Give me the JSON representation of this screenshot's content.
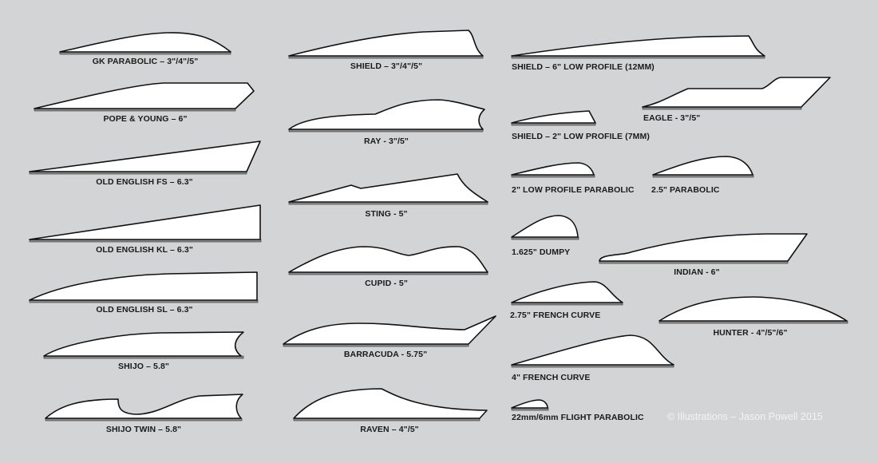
{
  "diagram": {
    "background_color": "#d3d4d5",
    "shape_fill": "#ffffff",
    "outline_color": "#111111",
    "base_color": "#8a8a8a"
  },
  "columns": [
    {
      "items": [
        {
          "id": "gk-parabolic",
          "label": "GK PARABOLIC – 3\"/4\"/5\""
        },
        {
          "id": "pope-young",
          "label": "POPE & YOUNG – 6\""
        },
        {
          "id": "old-english-fs",
          "label": "OLD ENGLISH FS – 6.3\""
        },
        {
          "id": "old-english-kl",
          "label": "OLD ENGLISH KL – 6.3\""
        },
        {
          "id": "old-english-sl",
          "label": "OLD ENGLISH SL – 6.3\""
        },
        {
          "id": "shijo",
          "label": "SHIJO – 5.8\""
        },
        {
          "id": "shijo-twin",
          "label": "SHIJO TWIN – 5.8\""
        }
      ]
    },
    {
      "items": [
        {
          "id": "shield",
          "label": "SHIELD – 3\"/4\"/5\""
        },
        {
          "id": "ray",
          "label": "RAY - 3\"/5\""
        },
        {
          "id": "sting",
          "label": "STING - 5\""
        },
        {
          "id": "cupid",
          "label": "CUPID - 5\""
        },
        {
          "id": "barracuda",
          "label": "BARRACUDA - 5.75\""
        },
        {
          "id": "raven",
          "label": "RAVEN – 4\"/5\""
        }
      ]
    },
    {
      "items": [
        {
          "id": "shield-6-low",
          "label": "SHIELD – 6\" LOW PROFILE (12MM)"
        },
        {
          "id": "shield-2-low",
          "label": "SHIELD – 2\" LOW PROFILE (7MM)"
        },
        {
          "id": "eagle",
          "label": "EAGLE - 3\"/5\""
        },
        {
          "id": "low-profile-parabolic-2",
          "label": "2\" LOW PROFILE PARABOLIC"
        },
        {
          "id": "parabolic-2-5",
          "label": "2.5\" PARABOLIC"
        },
        {
          "id": "dumpy",
          "label": "1.625\" DUMPY"
        },
        {
          "id": "indian",
          "label": "INDIAN - 6\""
        },
        {
          "id": "french-curve-2-75",
          "label": "2.75\" FRENCH CURVE"
        },
        {
          "id": "hunter",
          "label": "HUNTER - 4\"/5\"/6\""
        },
        {
          "id": "french-curve-4",
          "label": "4\" FRENCH CURVE"
        },
        {
          "id": "flight-parabolic",
          "label": "22mm/6mm FLIGHT PARABOLIC"
        }
      ]
    }
  ],
  "credit": "© Illustrations – Jason Powell 2015"
}
